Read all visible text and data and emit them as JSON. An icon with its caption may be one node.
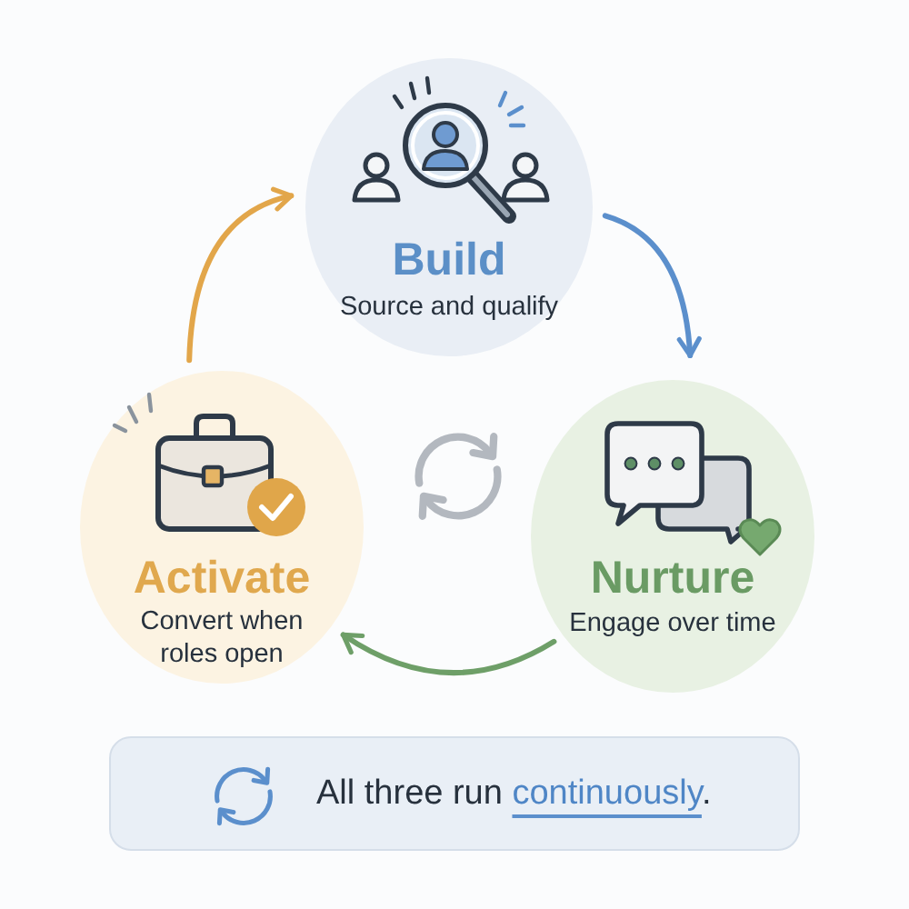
{
  "diagram": {
    "nodes": [
      {
        "text": [
          "Build",
          "Source and qualify"
        ]
      },
      {
        "text": [
          "Activate",
          "Convert when roles open"
        ]
      },
      {
        "text": [
          "Nurture",
          "Engage over time"
        ]
      },
      {
        "text": [
          "All three run continuously."
        ]
      }
    ],
    "edges": [
      {
        "from": 0,
        "to": 2,
        "arrow": "to",
        "color": "#5b8fcc"
      },
      {
        "from": 2,
        "to": 1,
        "arrow": "to",
        "color": "#6e9f68"
      },
      {
        "from": 1,
        "to": 0,
        "arrow": "to",
        "color": "#e2a64a"
      }
    ]
  }
}
